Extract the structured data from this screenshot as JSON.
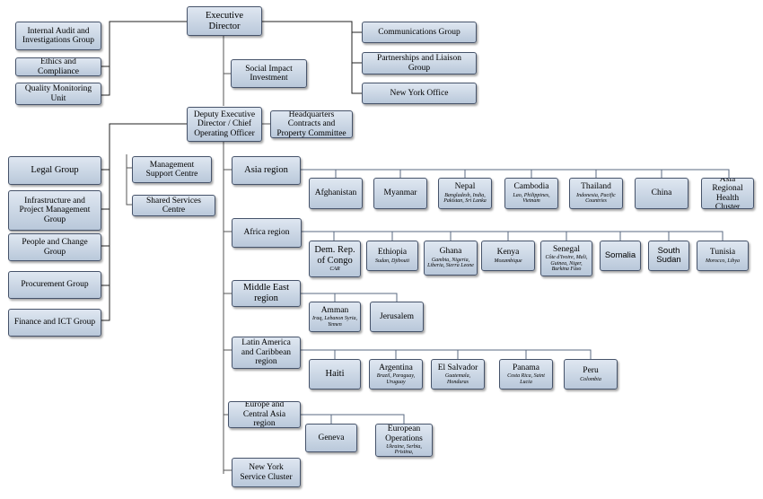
{
  "nodes": [
    {
      "id": "exec",
      "label": "Executive Director"
    },
    {
      "id": "audit",
      "label": "Internal Audit and Investigations Group"
    },
    {
      "id": "ethics",
      "label": "Ethics and Compliance"
    },
    {
      "id": "quality",
      "label": "Quality Monitoring Unit"
    },
    {
      "id": "social",
      "label": "Social Impact Investment"
    },
    {
      "id": "comms",
      "label": "Communications Group"
    },
    {
      "id": "partner",
      "label": "Partnerships and Liaison Group"
    },
    {
      "id": "nyoffice",
      "label": "New York Office"
    },
    {
      "id": "deputy",
      "label": "Deputy Executive Director / Chief Operating Officer"
    },
    {
      "id": "hqcontracts",
      "label": "Headquarters Contracts and Property Committee"
    },
    {
      "id": "legal",
      "label": "Legal Group"
    },
    {
      "id": "infra",
      "label": "Infrastructure and Project Management Group"
    },
    {
      "id": "people",
      "label": "People and Change Group"
    },
    {
      "id": "procure",
      "label": "Procurement Group"
    },
    {
      "id": "finance",
      "label": "Finance and ICT Group"
    },
    {
      "id": "mgmtsupport",
      "label": "Management Support Centre"
    },
    {
      "id": "shared",
      "label": "Shared Services Centre"
    },
    {
      "id": "asia",
      "label": "Asia region"
    },
    {
      "id": "afghanistan",
      "label": "Afghanistan"
    },
    {
      "id": "myanmar",
      "label": "Myanmar"
    },
    {
      "id": "nepal",
      "label": "Nepal",
      "sub": "Bangladesh, India, Pakistan, Sri Lanka"
    },
    {
      "id": "cambodia",
      "label": "Cambodia",
      "sub": "Lao, Philippines, Vietnam"
    },
    {
      "id": "thailand",
      "label": "Thailand",
      "sub": "Indonesia, Pacific Countries"
    },
    {
      "id": "china",
      "label": "China"
    },
    {
      "id": "asiahealth",
      "label": "Asia Regional Health Cluster"
    },
    {
      "id": "africa",
      "label": "Africa region"
    },
    {
      "id": "drc",
      "label": "Dem. Rep. of Congo",
      "sub": "CAR"
    },
    {
      "id": "ethiopia",
      "label": "Ethiopia",
      "sub": "Sudan, Djibouti"
    },
    {
      "id": "ghana",
      "label": "Ghana",
      "sub": "Gambia, Nigeria, Liberia, Sierra Leone"
    },
    {
      "id": "kenya",
      "label": "Kenya",
      "sub": "Mozambique"
    },
    {
      "id": "senegal",
      "label": "Senegal",
      "sub": "Côte d'Ivoire, Mali, Guinea, Niger, Burkina Faso"
    },
    {
      "id": "somalia",
      "label": "Somalia"
    },
    {
      "id": "southsudan",
      "label": "South Sudan"
    },
    {
      "id": "tunisia",
      "label": "Tunisia",
      "sub": "Morocco, Libya"
    },
    {
      "id": "mideast",
      "label": "Middle East region"
    },
    {
      "id": "amman",
      "label": "Amman",
      "sub": "Iraq, Lebanon Syria, Yemen"
    },
    {
      "id": "jerusalem",
      "label": "Jerusalem"
    },
    {
      "id": "latam",
      "label": "Latin America and Caribbean region"
    },
    {
      "id": "haiti",
      "label": "Haiti"
    },
    {
      "id": "argentina",
      "label": "Argentina",
      "sub": "Brazil, Paraguay, Uruguay"
    },
    {
      "id": "elsalvador",
      "label": "El Salvador",
      "sub": "Guatemala, Honduras"
    },
    {
      "id": "panama",
      "label": "Panama",
      "sub": "Costa Rica, Saint Lucia"
    },
    {
      "id": "peru",
      "label": "Peru",
      "sub": "Colombia"
    },
    {
      "id": "europe",
      "label": "Europe and Central Asia region"
    },
    {
      "id": "geneva",
      "label": "Geneva"
    },
    {
      "id": "euroops",
      "label": "European Operations",
      "sub": "Ukraine, Serbia, Pristina,"
    },
    {
      "id": "nyservice",
      "label": "New York Service Cluster"
    }
  ]
}
